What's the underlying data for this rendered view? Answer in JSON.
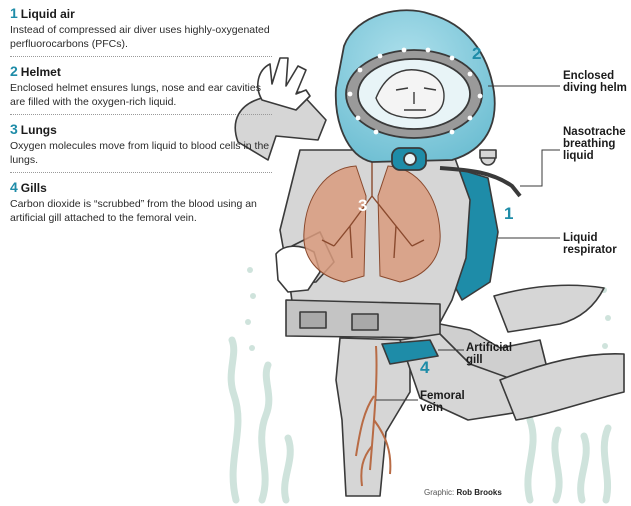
{
  "steps": [
    {
      "number": "1",
      "title": "Liquid air",
      "text": "Instead of compressed air diver uses highly-oxygenated perfluorocarbons (PFCs)."
    },
    {
      "number": "2",
      "title": "Helmet",
      "text": "Enclosed helmet ensures lungs, nose and ear cavities are filled with the oxygen-rich liquid."
    },
    {
      "number": "3",
      "title": "Lungs",
      "text": "Oxygen molecules move from liquid to blood cells in the lungs."
    },
    {
      "number": "4",
      "title": "Gills",
      "text": "Carbon dioxide is “scrubbed” from the blood using an artificial gill attached to the femoral vein."
    }
  ],
  "callouts": {
    "helmet_line1": "Enclosed",
    "helmet_line2": "diving helm",
    "naso_line1": "Nasotrache",
    "naso_line2": "breathing",
    "naso_line3": "liquid",
    "resp_line1": "Liquid",
    "resp_line2": "respirator",
    "gill_line1": "Artificial",
    "gill_line2": "gill",
    "vein_line1": "Femoral",
    "vein_line2": "vein"
  },
  "markers": {
    "m1": "1",
    "m2": "2",
    "m3": "3",
    "m4": "4"
  },
  "credit": {
    "label": "Graphic:",
    "author": "Rob Brooks"
  },
  "colors": {
    "accent": "#1e8ca8",
    "suit": "#d6d6d6",
    "lung": "#d99b7e",
    "vein": "#b86b45",
    "seaweed": "#cfe3dc"
  }
}
